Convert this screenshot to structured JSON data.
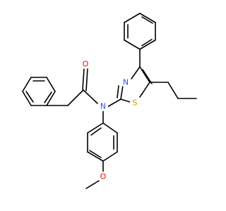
{
  "atoms": {
    "oxygen_carbonyl": "O",
    "nitrogen_amide": "N",
    "nitrogen_thiazole": "N",
    "sulfur_thiazole": "S",
    "oxygen_methoxy": "O"
  },
  "colors": {
    "bond": "#000000",
    "O": "#ff0000",
    "N": "#3050f8",
    "S": "#b8a400",
    "background": "#ffffff"
  }
}
